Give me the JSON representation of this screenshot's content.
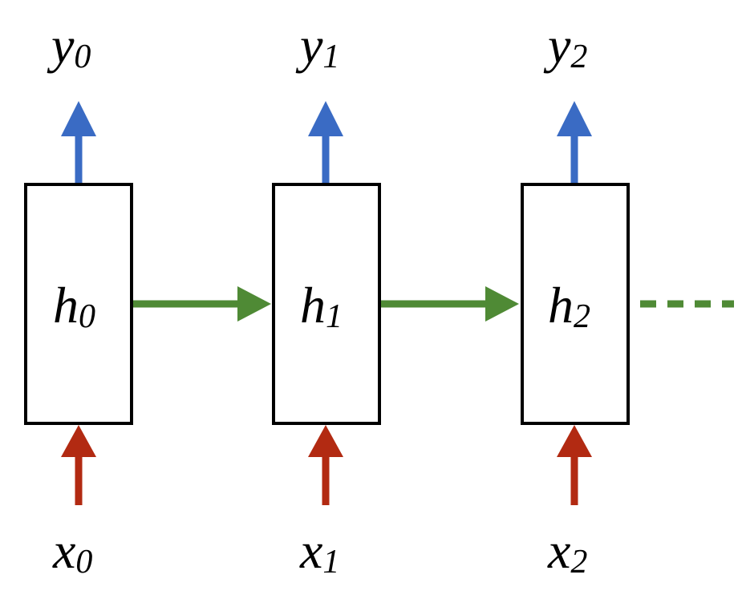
{
  "colors": {
    "output_arrow": "#3a6bc4",
    "input_arrow": "#b22a12",
    "recurrent_arrow": "#4f8a35",
    "box_stroke": "#000000",
    "text": "#000000"
  },
  "cells": [
    {
      "hidden": {
        "base": "h",
        "sub": "0"
      },
      "output": {
        "base": "y",
        "sub": "0"
      },
      "input": {
        "base": "x",
        "sub": "0"
      }
    },
    {
      "hidden": {
        "base": "h",
        "sub": "1"
      },
      "output": {
        "base": "y",
        "sub": "1"
      },
      "input": {
        "base": "x",
        "sub": "1"
      }
    },
    {
      "hidden": {
        "base": "h",
        "sub": "2"
      },
      "output": {
        "base": "y",
        "sub": "2"
      },
      "input": {
        "base": "x",
        "sub": "2"
      }
    }
  ],
  "continuation": "dashed"
}
